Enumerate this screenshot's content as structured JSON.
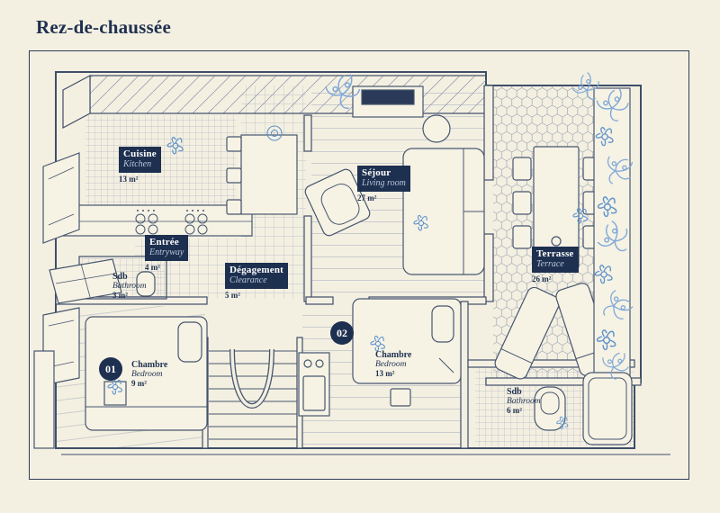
{
  "title": "Rez-de-chaussée",
  "colors": {
    "background": "#f4f0e1",
    "line": "#3f4e6a",
    "badge": "#1e3050",
    "badge_text": "#ffffff",
    "badge_subtext": "#b9c7da",
    "accent_blue": "#5f93cc"
  },
  "rooms": [
    {
      "id": "cuisine",
      "fr": "Cuisine",
      "en": "Kitchen",
      "area": "13 m²"
    },
    {
      "id": "sejour",
      "fr": "Séjour",
      "en": "Living room",
      "area": "27 m²"
    },
    {
      "id": "entree",
      "fr": "Entrée",
      "en": "Entryway",
      "area": "4 m²"
    },
    {
      "id": "degagement",
      "fr": "Dégagement",
      "en": "Clearance",
      "area": "5 m²"
    },
    {
      "id": "sdb1",
      "fr": "Sdb",
      "en": "Bathroom",
      "area": "3 m²"
    },
    {
      "id": "chambre1",
      "fr": "Chambre",
      "en": "Bedroom",
      "area": "9 m²"
    },
    {
      "id": "chambre2",
      "fr": "Chambre",
      "en": "Bedroom",
      "area": "13 m²"
    },
    {
      "id": "terrasse",
      "fr": "Terrasse",
      "en": "Terrace",
      "area": "26 m²"
    },
    {
      "id": "sdb2",
      "fr": "Sdb",
      "en": "Bathroom",
      "area": "6 m²"
    }
  ],
  "markers": [
    {
      "label": "01"
    },
    {
      "label": "02"
    }
  ]
}
